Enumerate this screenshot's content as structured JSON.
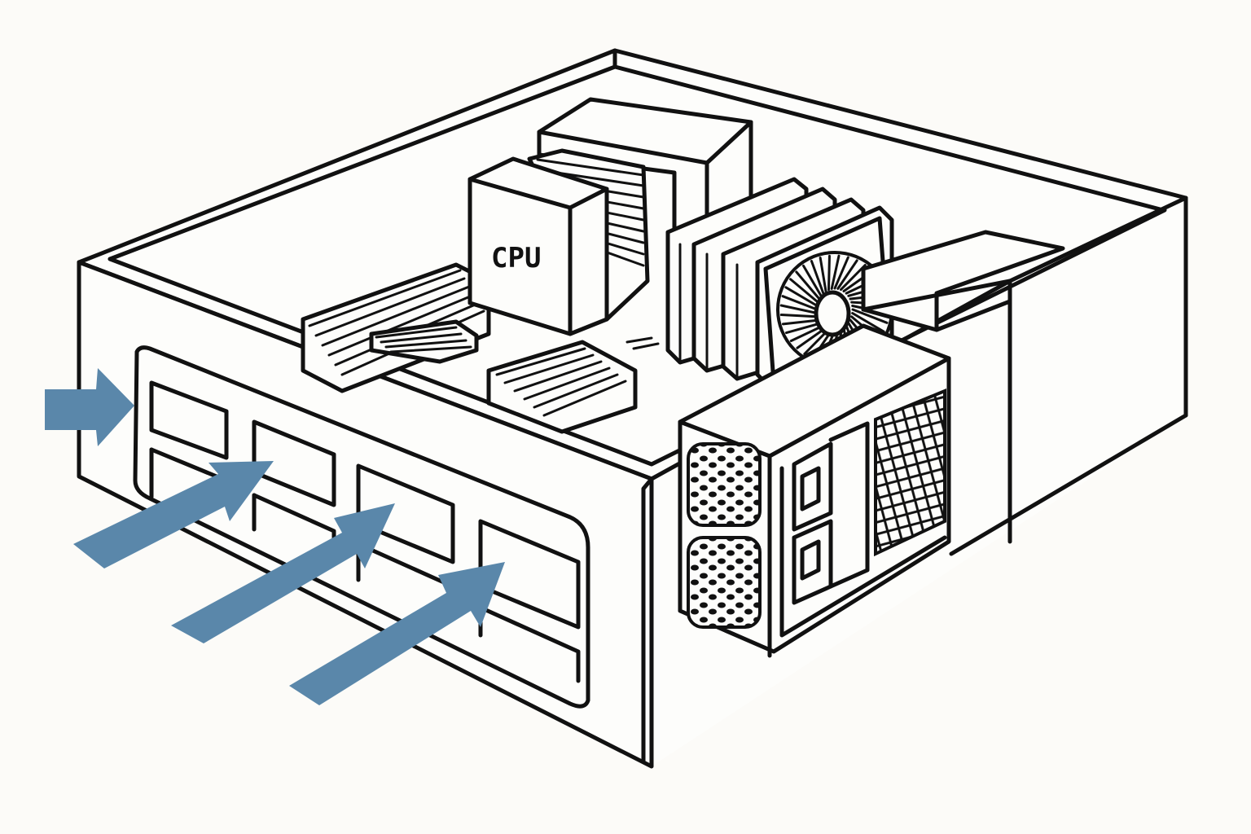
{
  "diagram": {
    "cpu_label": "CPU",
    "arrow_color": "#5a87aa",
    "line_color": "#111111",
    "background_color": "#fcfbf8",
    "icons": [
      "computer-case",
      "cpu-cooler",
      "ram-modules",
      "graphics-card",
      "power-supply",
      "airflow-arrow"
    ]
  }
}
